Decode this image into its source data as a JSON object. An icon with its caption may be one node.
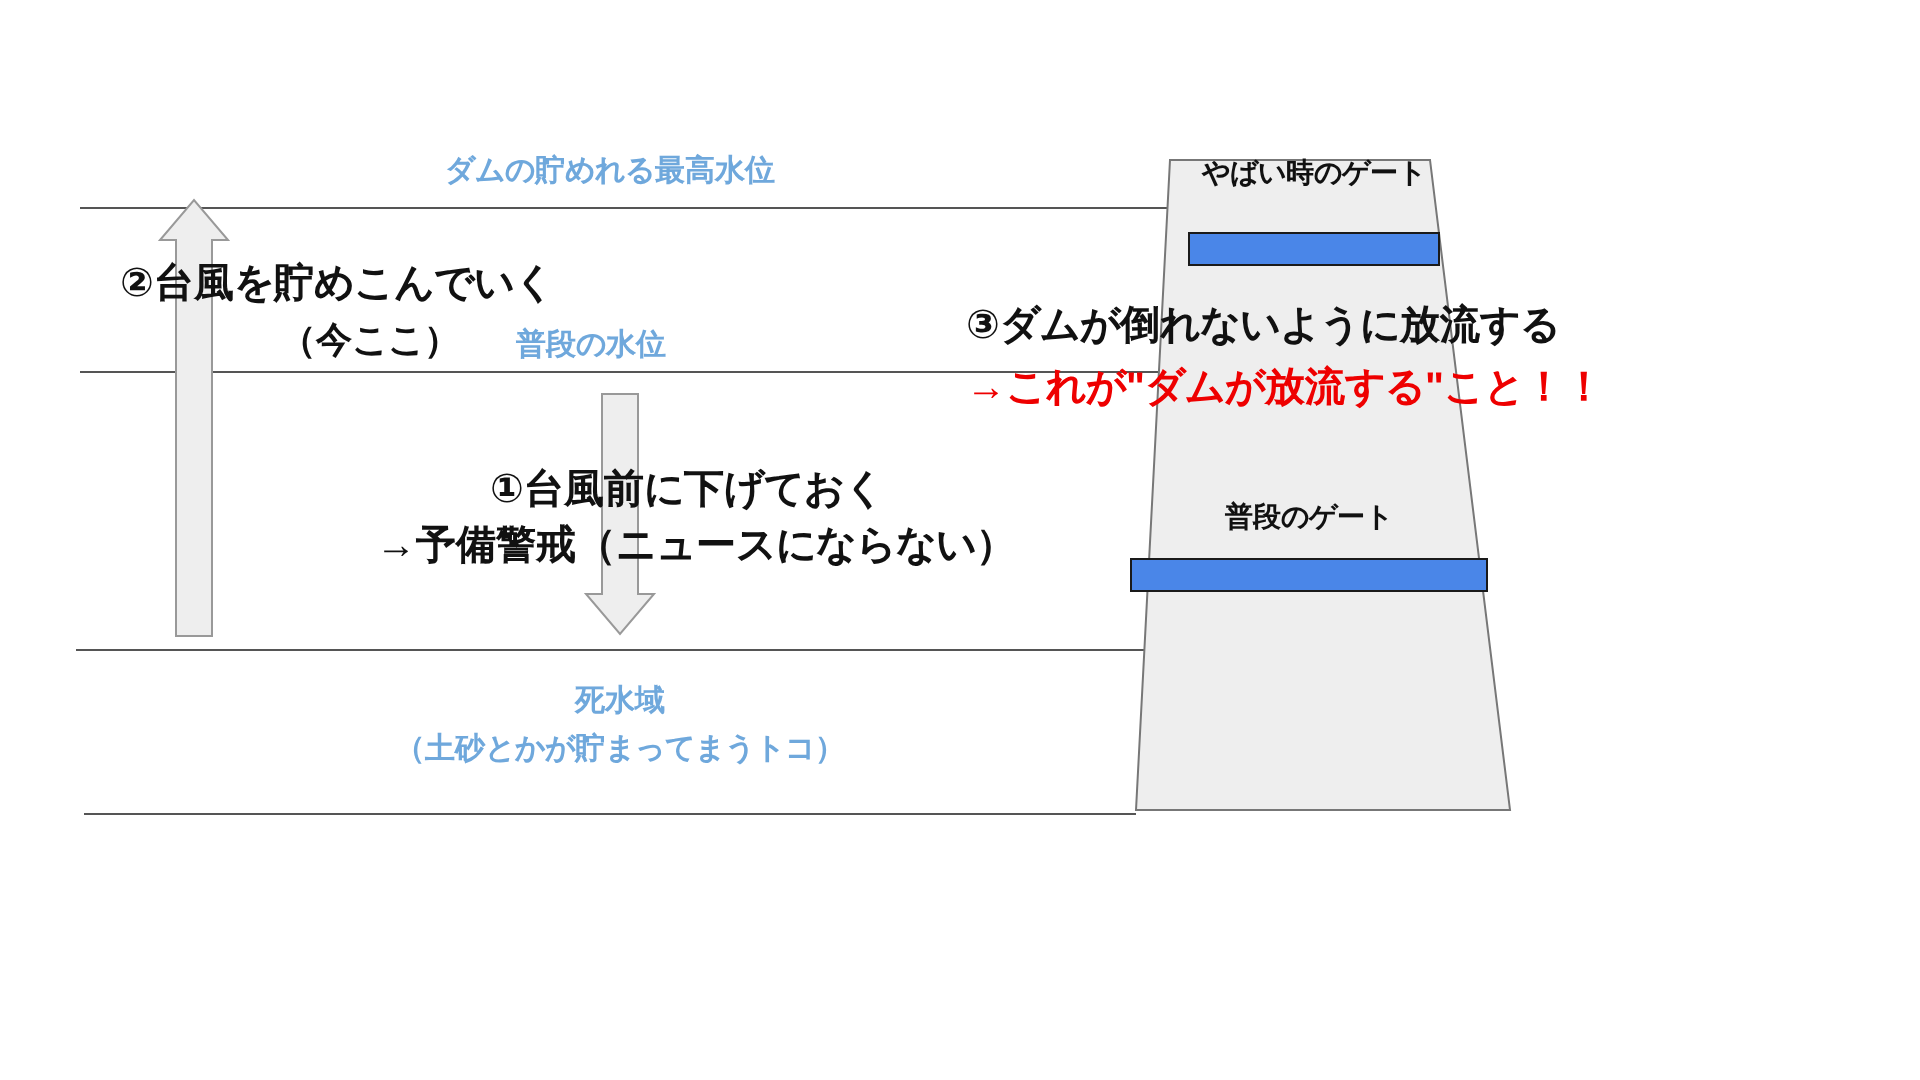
{
  "diagram": {
    "nodes": [
      {
        "text": [
          "やばい時のゲート"
        ]
      },
      {
        "text": [
          "普段のゲート"
        ]
      }
    ],
    "labels": [
      "ダムの貯めれる最高水位",
      "②台風を貯めこんでいく",
      "（今ここ）",
      "普段の水位",
      "③ダムが倒れないように放流する",
      "→これが\"ダムが放流する\"こと！！",
      "①台風前に下げておく",
      "→予備警戒（ニュースにならない）",
      "死水域",
      "（土砂とかが貯まってまうトコ）"
    ]
  }
}
